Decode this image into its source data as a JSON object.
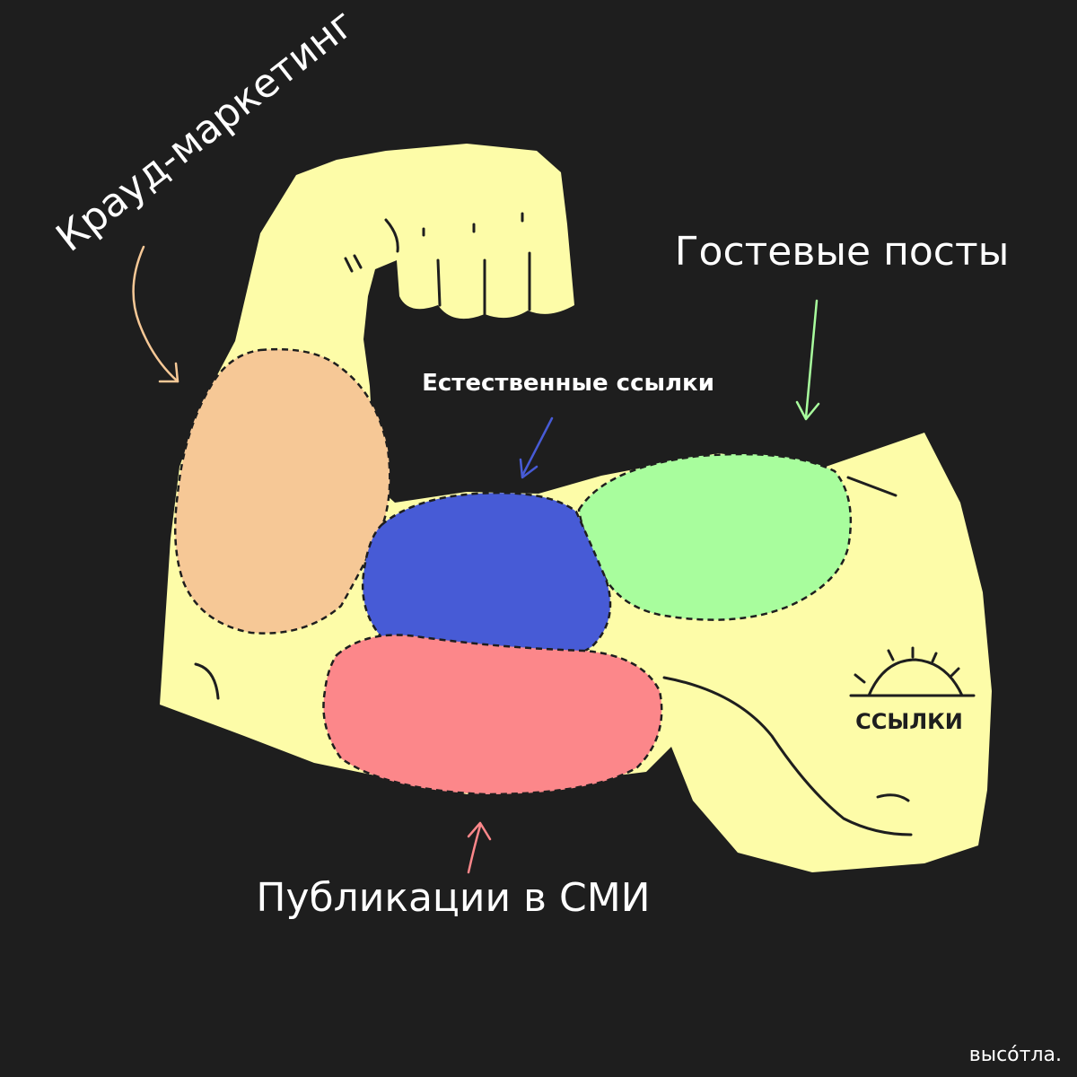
{
  "labels": {
    "crowd_marketing": "Крауд-маркетинг",
    "guest_posts": "Гостевые посты",
    "natural_links": "Естественные ссылки",
    "media_publications": "Публикации в СМИ",
    "links_badge": "ССЫЛКИ"
  },
  "brand": "высо́тла.",
  "colors": {
    "background": "#1e1e1e",
    "arm": "#fdfca8",
    "crowd_marketing": "#f6c896",
    "natural_links": "#475bd6",
    "guest_posts": "#a8fd9d",
    "media_publications": "#fc878a",
    "outline": "#1e1e1e",
    "text": "#ffffff"
  }
}
